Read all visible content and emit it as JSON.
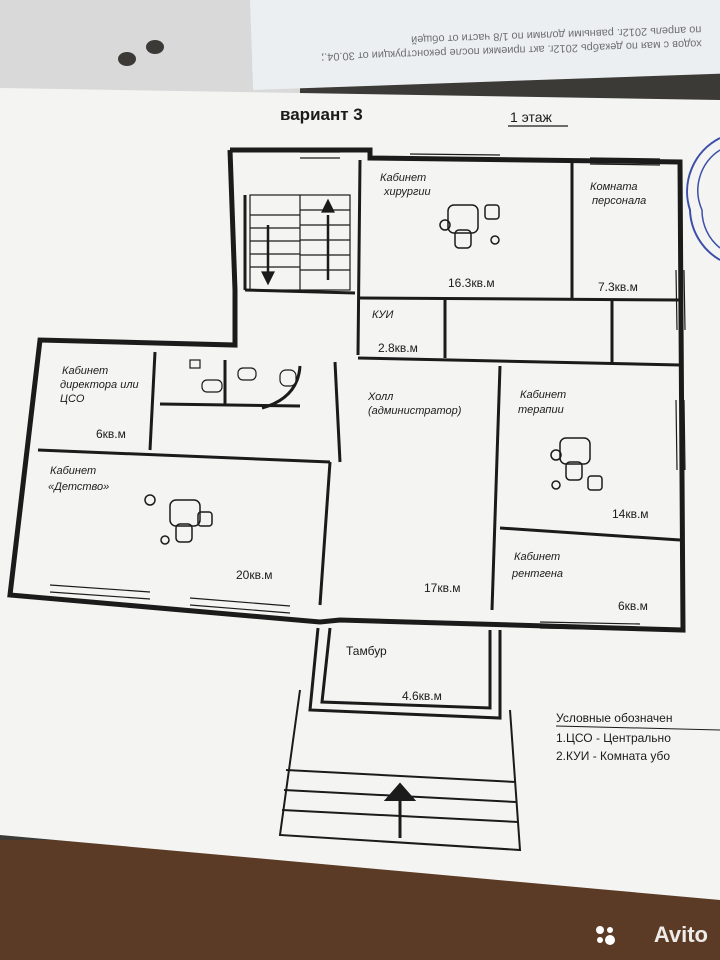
{
  "plan": {
    "title": "вариант 3",
    "floor": "1 этаж",
    "rooms": [
      {
        "id": "surgery",
        "name_lines": [
          "Кабинет",
          "хирургии"
        ],
        "area": "16.3кв.м"
      },
      {
        "id": "staff",
        "name_lines": [
          "Комната",
          "персонала"
        ],
        "area": "7.3кв.м"
      },
      {
        "id": "kui",
        "name_lines": [
          "КУИ"
        ],
        "area": "2.8кв.м"
      },
      {
        "id": "director",
        "name_lines": [
          "Кабинет",
          "директора или",
          "ЦСО"
        ],
        "area": "6кв.м"
      },
      {
        "id": "hall",
        "name_lines": [
          "Холл",
          "(администратор)"
        ],
        "area": "17кв.м"
      },
      {
        "id": "therapy",
        "name_lines": [
          "Кабинет",
          "терапии"
        ],
        "area": "14кв.м"
      },
      {
        "id": "childhood",
        "name_lines": [
          "Кабинет",
          "«Детство»"
        ],
        "area": "20кв.м"
      },
      {
        "id": "xray",
        "name_lines": [
          "Кабинет",
          "рентгена"
        ],
        "area": "6кв.м"
      },
      {
        "id": "vestibule",
        "name_lines": [
          "Тамбур"
        ],
        "area": "4.6кв.м"
      }
    ],
    "legend": {
      "title": "Условные обозначен",
      "items": [
        "1.ЦСО - Центральнo",
        "2.КУИ - Комната убо"
      ]
    }
  },
  "background_sheet": {
    "lines": [
      "ходов с мая по декабрь 2012г. акт приемки после реконструкции от 30.04.2012г.",
      "по апрель 2012г. равными долями по 1/8 части от общей"
    ]
  },
  "watermark": "Avito",
  "colors": {
    "paper": "#f4f4f2",
    "ink": "#1b1b1b",
    "stamp": "#3c4fa8",
    "floor": "#5b3b25",
    "backdrop": "#3b3a37"
  }
}
